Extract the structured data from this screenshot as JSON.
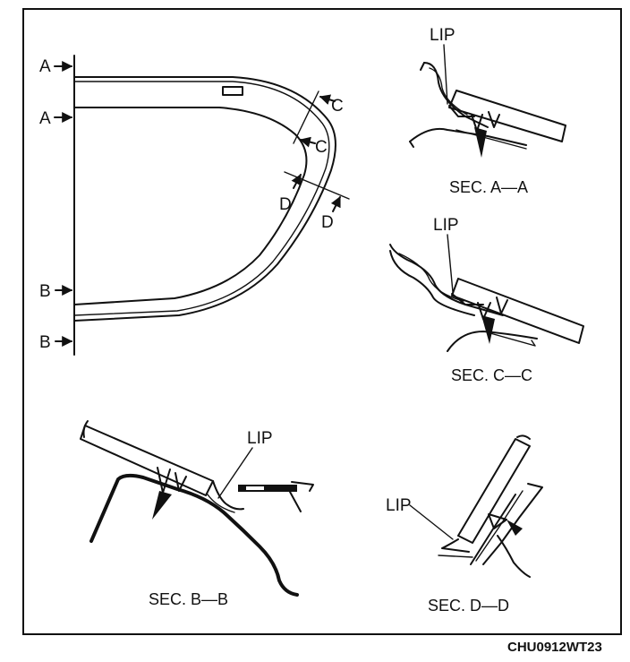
{
  "labels": {
    "A": "A",
    "B": "B",
    "C": "C",
    "D": "D",
    "lip": "LIP"
  },
  "sections": {
    "aa": "SEC. A—A",
    "cc": "SEC. C—C",
    "bb": "SEC. B—B",
    "dd": "SEC. D—D"
  },
  "figure_code": "CHU0912WT23"
}
